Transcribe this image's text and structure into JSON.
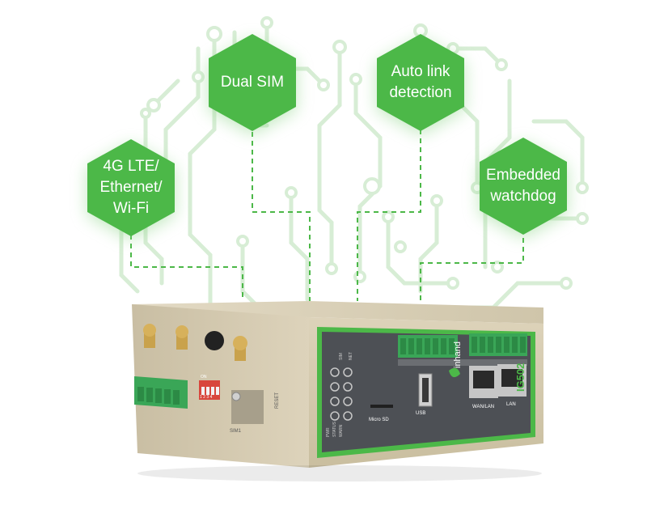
{
  "features": [
    {
      "id": "dual-sim",
      "lines": [
        "Dual SIM"
      ]
    },
    {
      "id": "auto-link",
      "lines": [
        "Auto link",
        "detection"
      ]
    },
    {
      "id": "lte",
      "lines": [
        "4G LTE/",
        "Ethernet/",
        "Wi-Fi"
      ]
    },
    {
      "id": "watchdog",
      "lines": [
        "Embedded",
        "watchdog"
      ]
    }
  ],
  "device": {
    "brand": "inhand",
    "model": "IG502",
    "port_labels": {
      "usb": "USB",
      "microsd": "Micro SD",
      "wanlan": "WAN/LAN",
      "lan": "LAN",
      "sim": "SIM1",
      "reset": "RESET"
    },
    "led_labels": [
      "PWR",
      "STATUS",
      "WARN",
      "SIM",
      "NET"
    ],
    "dip_labels": [
      "ON",
      "1 2 3 4"
    ]
  },
  "colors": {
    "accent": "#4cb848",
    "circuit": "#d8eed6",
    "body": "#d9cfb6",
    "panel": "#4d5055"
  }
}
